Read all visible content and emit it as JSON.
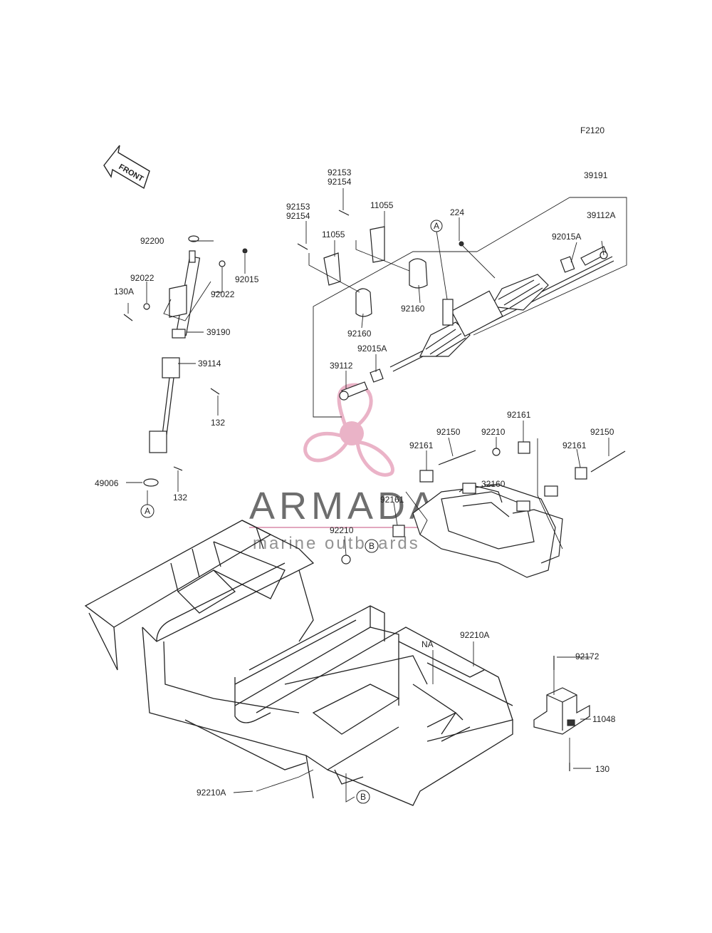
{
  "diagram_code": "F2120",
  "front_arrow_label": "FRONT",
  "watermark": {
    "brand": "ARMADA",
    "tagline": "marine outboards",
    "logo_color": "#e7a6be",
    "line_color": "#d98aa8"
  },
  "callouts": {
    "ref_a": "A",
    "ref_b": "B"
  },
  "labels": {
    "p92153_top": "92153",
    "p92154_top": "92154",
    "p11055_top": "11055",
    "p224": "224",
    "p39191": "39191",
    "p92153_mid": "92153",
    "p92154_mid": "92154",
    "p11055_mid": "11055",
    "p39112A": "39112A",
    "p92015A_right": "92015A",
    "p92200": "92200",
    "p92022_left": "92022",
    "p92022_right": "92022",
    "p92015": "92015",
    "p130A": "130A",
    "p92160_right": "92160",
    "p92160_left": "92160",
    "p39190": "39190",
    "p92015A_left": "92015A",
    "p39114": "39114",
    "p39112": "39112",
    "p132_top": "132",
    "p92161_upper": "92161",
    "p92150_left": "92150",
    "p92210_upper": "92210",
    "p92150_right": "92150",
    "p92161_left": "92161",
    "p92161_right": "92161",
    "p49006": "49006",
    "p132_bottom": "132",
    "p32160": "32160",
    "p92161_lower": "92161",
    "p92210_lower": "92210",
    "pNA": "NA",
    "p92210A_right": "92210A",
    "p92172": "92172",
    "p11048": "11048",
    "p130": "130",
    "p92210A_left": "92210A"
  }
}
